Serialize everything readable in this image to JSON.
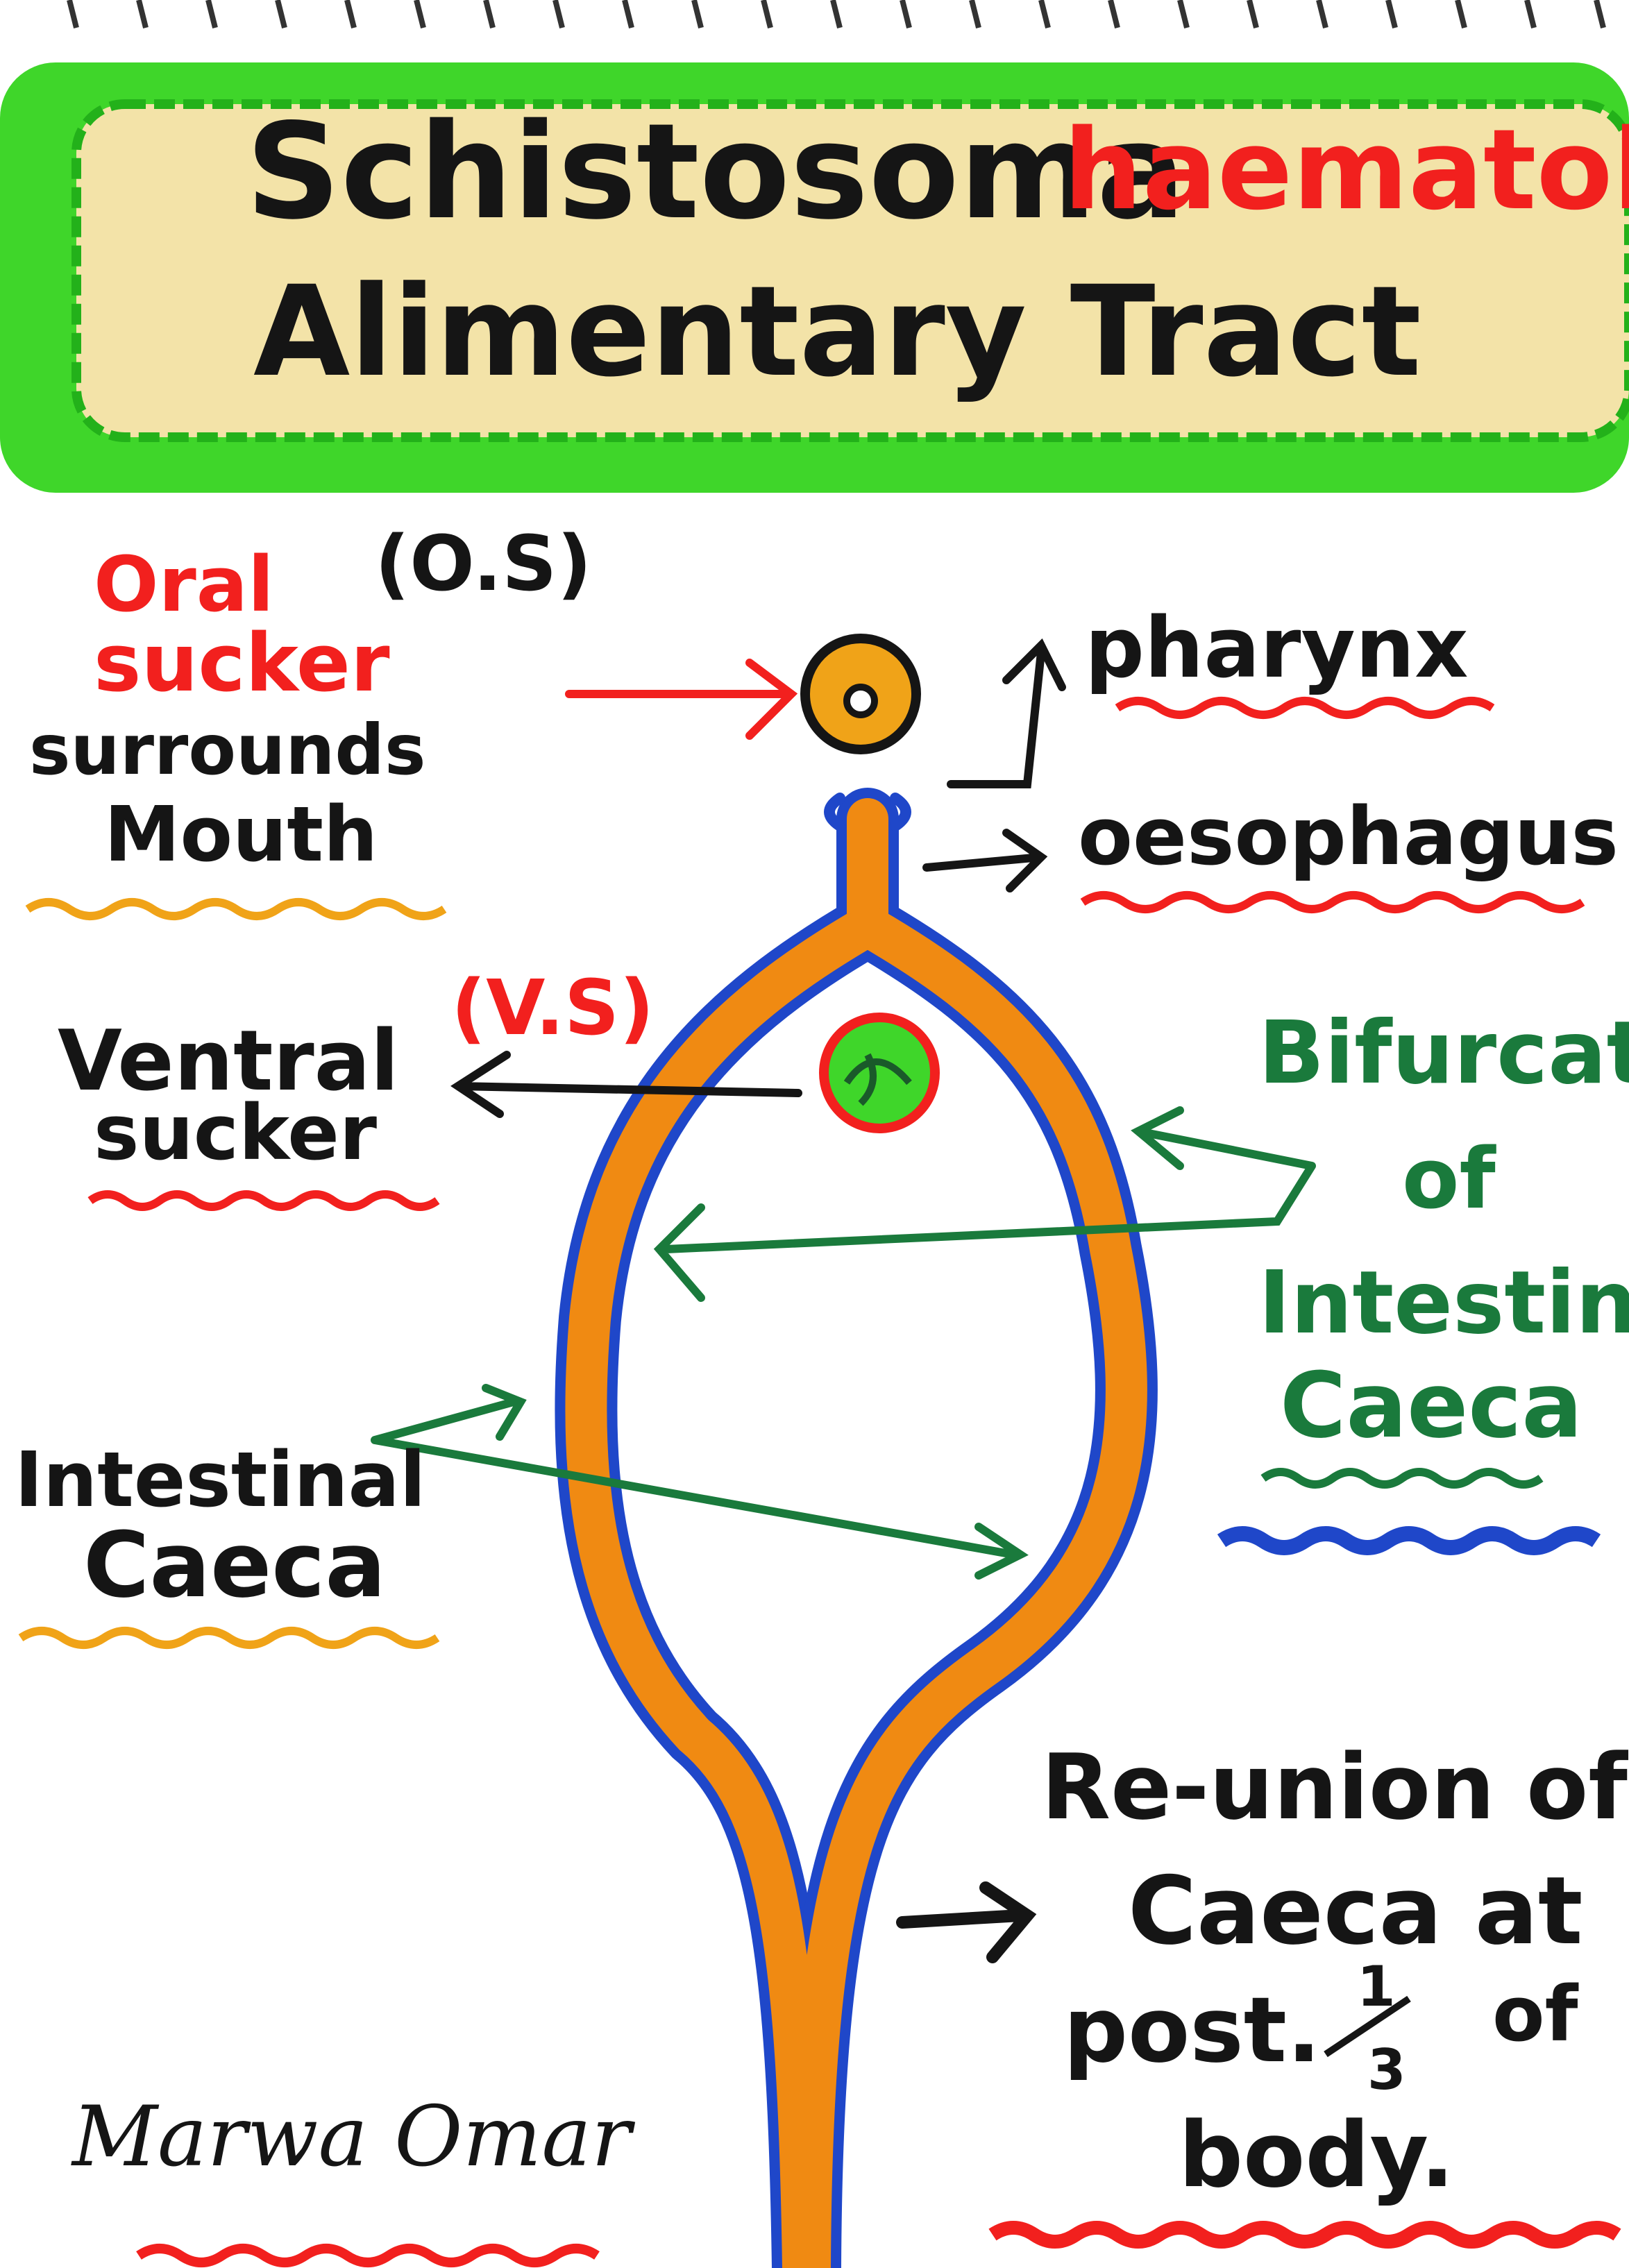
{
  "title": {
    "line1_black": "Schistosoma",
    "line1_red": "haematobium",
    "line2": "Alimentary Tract"
  },
  "labels": {
    "oral": "Oral",
    "oral_abbr": "(O.S)",
    "sucker": "sucker",
    "surrounds": "surrounds",
    "mouth": "Mouth",
    "pharynx": "pharynx",
    "oesophagus": "oesophagus",
    "ventral": "Ventral",
    "ventral_abbr": "(V.S)",
    "ventral_sucker": "sucker",
    "bifurcation": "Bifurcation",
    "of": "of",
    "intestinal_right": "Intestinal",
    "caeca_right": "Caeca",
    "intestinal_left": "Intestinal",
    "caeca_left": "Caeca",
    "reunion_1": "Re-union of",
    "reunion_2": "Caeca at",
    "reunion_3": "post.",
    "fraction_num": "1",
    "fraction_den": "3",
    "reunion_4": "of",
    "reunion_5": "body."
  },
  "signature": "Marwa Omar",
  "colors": {
    "border_green": "#3fd62a",
    "title_fill": "#f3e3a8",
    "red": "#f2201e",
    "black": "#151515",
    "green_ink": "#1a7a3c",
    "orange": "#f08a12",
    "blue": "#1f47c9",
    "underline_orange": "#f0a318"
  }
}
